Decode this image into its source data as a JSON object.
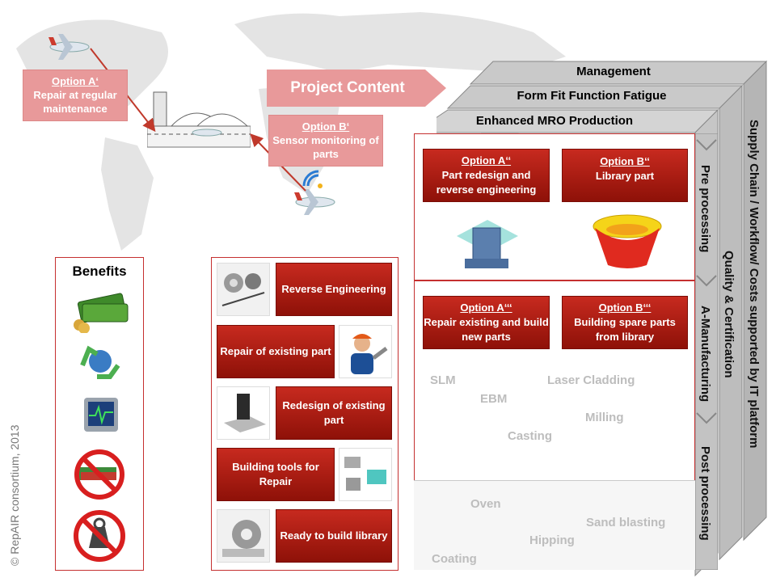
{
  "top_left": {
    "option_a_title": "Option A‘",
    "option_a_text": "Repair at regular maintenance",
    "option_b_title": "Option B‘",
    "option_b_text": "Sensor monitoring of parts",
    "project_content": "Project Content"
  },
  "cube": {
    "management": "Management",
    "form_fit": "Form Fit Function Fatigue",
    "enhanced": "Enhanced MRO Production",
    "supply_chain": "Supply Chain / Workflow/ Costs supported by IT platform",
    "quality": "Quality & Certification",
    "pre_processing": "Pre processing",
    "a_manufacturing": "A-Manufacturing",
    "post_processing": "Post processing",
    "option_a2_title": "Option A‘‘",
    "option_a2_text": "Part redesign and reverse engineering",
    "option_b2_title": "Option B‘‘",
    "option_b2_text": "Library part",
    "option_a3_title": "Option A‘‘‘",
    "option_a3_text": "Repair existing and build new parts",
    "option_b3_title": "Option B‘‘‘",
    "option_b3_text": "Building spare parts from library",
    "manufacturing_techs": [
      "SLM",
      "Laser Cladding",
      "EBM",
      "Milling",
      "Casting"
    ],
    "post_techs": [
      "Oven",
      "Sand blasting",
      "Hipping",
      "Coating"
    ]
  },
  "middle": {
    "reverse_engineering": "Reverse Engineering",
    "repair_existing": "Repair of existing part",
    "redesign_existing": "Redesign of existing part",
    "building_tools": "Building tools for Repair",
    "ready_library": "Ready to build library"
  },
  "benefits": {
    "title": "Benefits",
    "icons": [
      "money-icon",
      "recycle-globe-icon",
      "monitor-icon",
      "no-truck-icon",
      "no-weight-icon"
    ]
  },
  "copyright": "© RepAIR consortium, 2013",
  "colors": {
    "red_dark": "#8e1108",
    "red": "#c72a1f",
    "pale_red": "#e8999a",
    "gray": "#c3c3c3"
  }
}
